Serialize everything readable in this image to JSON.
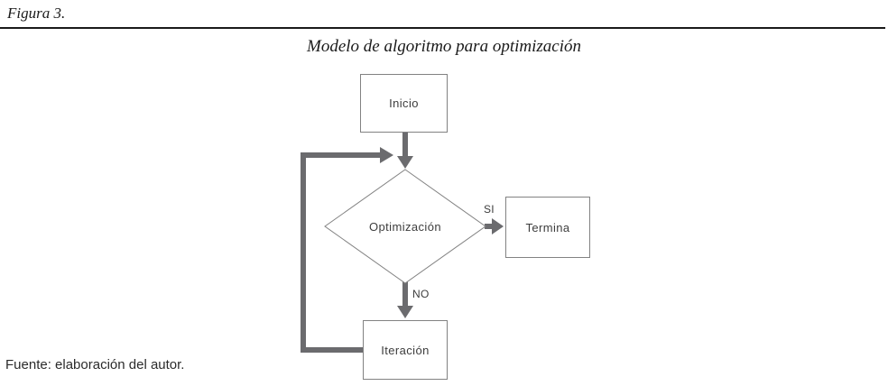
{
  "figure": {
    "label": "Figura 3.",
    "title": "Modelo de algoritmo para optimización",
    "source_note": "Fuente: elaboración del autor."
  },
  "flowchart": {
    "nodes": [
      {
        "id": "inicio",
        "label": "Inicio",
        "shape": "rect"
      },
      {
        "id": "optimizacion",
        "label": "Optimización",
        "shape": "diamond"
      },
      {
        "id": "termina",
        "label": "Termina",
        "shape": "rect"
      },
      {
        "id": "iteracion",
        "label": "Iteración",
        "shape": "rect"
      }
    ],
    "edges": [
      {
        "from": "inicio",
        "to": "optimizacion",
        "label": ""
      },
      {
        "from": "optimizacion",
        "to": "termina",
        "label": "SI"
      },
      {
        "from": "optimizacion",
        "to": "iteracion",
        "label": "NO"
      },
      {
        "from": "iteracion",
        "to": "optimizacion",
        "label": ""
      }
    ]
  },
  "colors": {
    "connector_gray": "#6b6b6e",
    "node_border_gray": "#828282",
    "text_dark": "#3d3d3d",
    "rule_black": "#1a1a1a"
  }
}
